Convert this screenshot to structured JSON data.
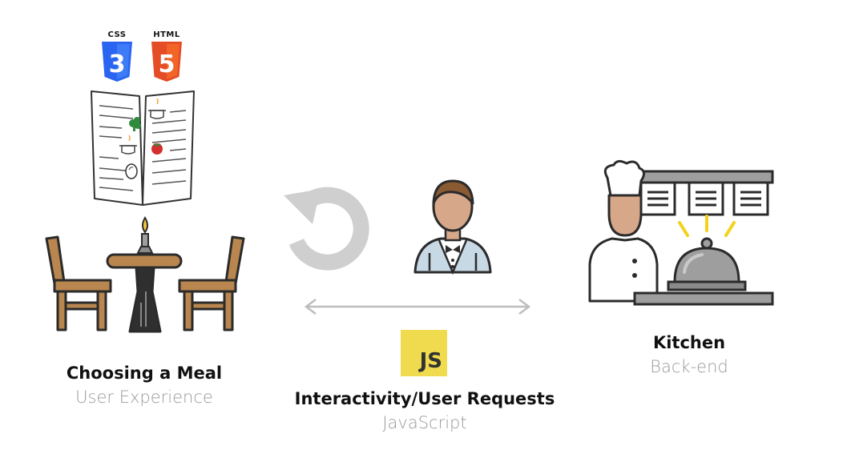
{
  "front": {
    "css_label": "CSS",
    "css_glyph": "3",
    "html_label": "HTML",
    "html_glyph": "5",
    "title": "Choosing a Meal",
    "subtitle": "User Experience"
  },
  "middle": {
    "js_badge": "JS",
    "title": "Interactivity/User Requests",
    "subtitle": "JavaScript"
  },
  "back": {
    "title": "Kitchen",
    "subtitle": "Back-end"
  },
  "colors": {
    "css_blue": "#2965f1",
    "html_orange": "#e44d26",
    "js_yellow": "#f0db4f",
    "wood": "#b8864e",
    "arrow_gray": "#bdbdbd"
  }
}
